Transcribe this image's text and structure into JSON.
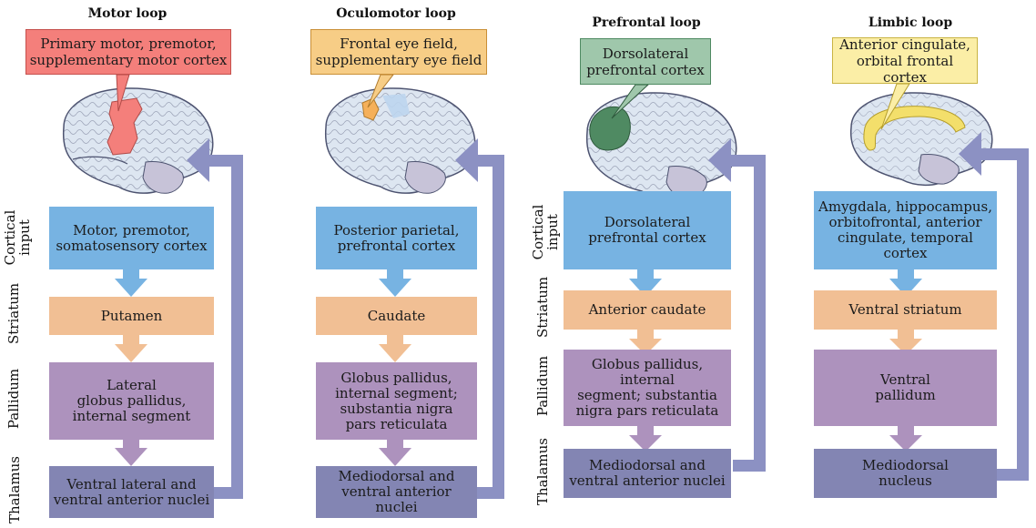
{
  "colors": {
    "cortical": "#77b3e2",
    "striatum": "#f1bf94",
    "pallidum": "#ad92bd",
    "thalamus": "#8385b3",
    "loop_arrow": "#8c91c3",
    "motor_highlight": "#f47f7b",
    "oculomotor_highlight": "#f5b05a",
    "prefrontal_highlight": "#4f8a62",
    "limbic_highlight": "#f3df6b"
  },
  "loops": [
    {
      "title": "Motor loop",
      "callout": "Primary motor, premotor,\nsupplementary motor cortex",
      "cortical_input": "Motor, premotor,\nsomatosensory cortex",
      "striatum": "Putamen",
      "pallidum": "Lateral\nglobus pallidus,\ninternal segment",
      "thalamus": "Ventral lateral and\nventral anterior nuclei",
      "side_labels": {
        "cortical": "Cortical\ninput",
        "striatum": "Striatum",
        "pallidum": "Pallidum",
        "thalamus": "Thalamus"
      }
    },
    {
      "title": "Oculomotor loop",
      "callout": "Frontal eye field,\nsupplementary eye field",
      "cortical_input": "Posterior parietal,\nprefrontal cortex",
      "striatum": "Caudate",
      "pallidum": "Globus pallidus,\ninternal segment;\nsubstantia nigra\npars reticulata",
      "thalamus": "Mediodorsal and\nventral anterior nuclei"
    },
    {
      "title": "Prefrontal loop",
      "callout": "Dorsolateral\nprefrontal cortex",
      "cortical_input": "Dorsolateral\nprefrontal cortex",
      "striatum": "Anterior caudate",
      "pallidum": "Globus pallidus, internal\nsegment; substantia\nnigra pars reticulata",
      "thalamus": "Mediodorsal and\nventral anterior nuclei",
      "side_labels": {
        "cortical": "Cortical\ninput",
        "striatum": "Striatum",
        "pallidum": "Pallidum",
        "thalamus": "Thalamus"
      }
    },
    {
      "title": "Limbic loop",
      "callout": "Anterior cingulate,\norbital frontal cortex",
      "cortical_input": "Amygdala, hippocampus,\norbitofrontal, anterior\ncingulate, temporal cortex",
      "striatum": "Ventral striatum",
      "pallidum": "Ventral\npallidum",
      "thalamus": "Mediodorsal\nnucleus"
    }
  ]
}
